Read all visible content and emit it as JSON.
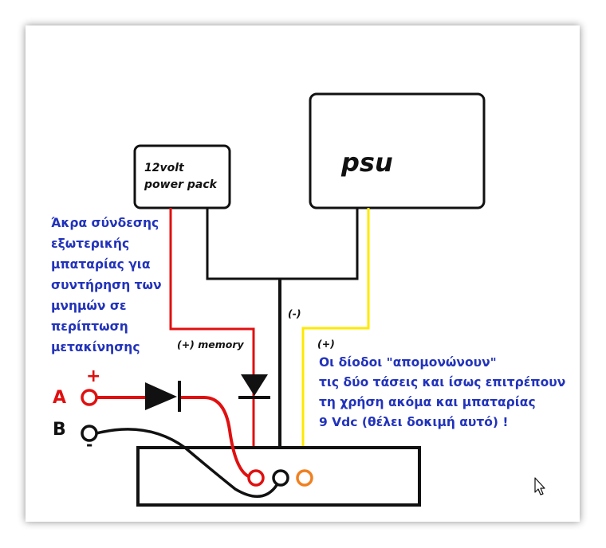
{
  "power_pack": {
    "line1": "12volt",
    "line2": "power pack"
  },
  "psu": {
    "label": "psu"
  },
  "labels": {
    "minus": "(-)",
    "plus": "(+)",
    "plus_memory": "(+) memory",
    "terminal_a": "A",
    "terminal_b": "B",
    "sign_plus": "+",
    "sign_minus": "-"
  },
  "note_left": [
    "Άκρα σύνδεσης",
    "εξωτερικής",
    "μπαταρίας για",
    "συντήρηση των",
    "μνημών σε",
    "περίπτωση",
    "μετακίνησης"
  ],
  "note_right": [
    "Οι δίοδοι \"απομονώνουν\"",
    "τις δύο τάσεις και ίσως επιτρέπουν",
    "τη χρήση ακόμα και μπαταρίας",
    "9 Vdc (θέλει δοκιμή αυτό) !"
  ],
  "colors": {
    "red_wire": "#e01010",
    "yellow_wire": "#ffe800",
    "black_wire": "#111111",
    "orange_terminal": "#f08020",
    "note_text": "#2233bb"
  }
}
